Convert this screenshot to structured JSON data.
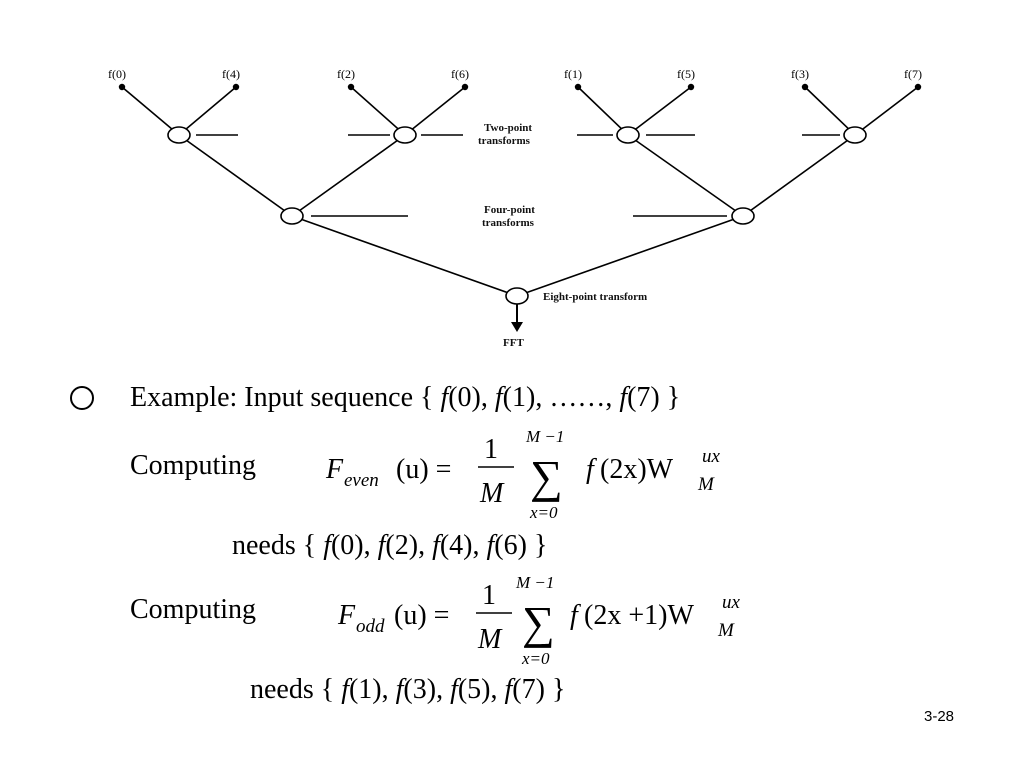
{
  "tree": {
    "leaves": [
      "f(0)",
      "f(4)",
      "f(2)",
      "f(6)",
      "f(1)",
      "f(5)",
      "f(3)",
      "f(7)"
    ],
    "level_labels": {
      "two_point": [
        "Two-point",
        "transforms"
      ],
      "four_point": [
        "Four-point",
        "transforms"
      ],
      "eight_point": "Eight-point transform"
    },
    "output_label": "FFT"
  },
  "example": {
    "prefix": "Example: Input sequence {",
    "f": "f",
    "a1": "(0), ",
    "a2": "(1), ……, ",
    "a3": "(7) }"
  },
  "even": {
    "computing": "Computing",
    "needs_prefix": "needs { ",
    "needs_args": [
      "(0), ",
      "(2), ",
      "(4), ",
      "(6) }"
    ]
  },
  "odd": {
    "computing": "Computing",
    "needs_prefix": "needs { ",
    "needs_args": [
      "(1), ",
      "(3), ",
      "(5), ",
      "(7) }"
    ]
  },
  "equations": {
    "F": "F",
    "even_sub": "even",
    "odd_sub": "odd",
    "u_arg": "(u) =",
    "one": "1",
    "M": "M",
    "upper": "M −1",
    "lower": "x=0",
    "sigma": "∑",
    "f": "f",
    "even_arg": "(2x)W",
    "odd_arg": "(2x +1)W",
    "sup": "ux",
    "sub": "M"
  },
  "page_number": "3-28"
}
